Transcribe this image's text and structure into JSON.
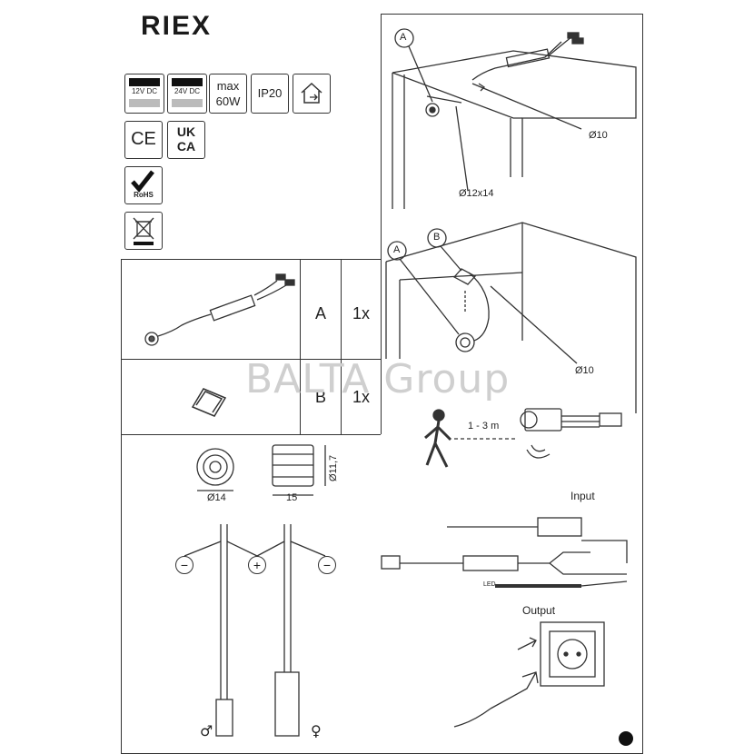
{
  "brand": {
    "logo": "RIEX"
  },
  "specs": {
    "voltage_12": "12V DC",
    "voltage_24": "24V DC",
    "max_label": "max",
    "max_power": "60W",
    "ip_rating": "IP20",
    "indoor_icon": "house-icon"
  },
  "certifications": {
    "ce": "CE",
    "ukca_top": "UK",
    "ukca_bottom": "CA",
    "rohs": "RoHS",
    "weee_icon": "crossed-bin-icon"
  },
  "contents": {
    "rows": [
      {
        "item": "A",
        "qty": "1x"
      },
      {
        "item": "B",
        "qty": "1x"
      }
    ]
  },
  "watermark": "BALTA Group",
  "installation": {
    "callout_a": "A",
    "callout_b": "B",
    "hole_10": "Ø10",
    "hole_12x14": "Ø12x14",
    "hole_10_b": "Ø10"
  },
  "dimensions": {
    "diameter": "Ø14",
    "length": "15",
    "depth": "Ø11,7"
  },
  "polarity": {
    "minus": "−",
    "plus": "+",
    "male_symbol": "♂",
    "female_symbol": "♀"
  },
  "sensor": {
    "range": "1 - 3 m"
  },
  "wiring": {
    "input_label": "Input",
    "output_label": "Output",
    "led_label": "LED"
  },
  "footer": {
    "logo_icon": "riex-mark-icon"
  }
}
